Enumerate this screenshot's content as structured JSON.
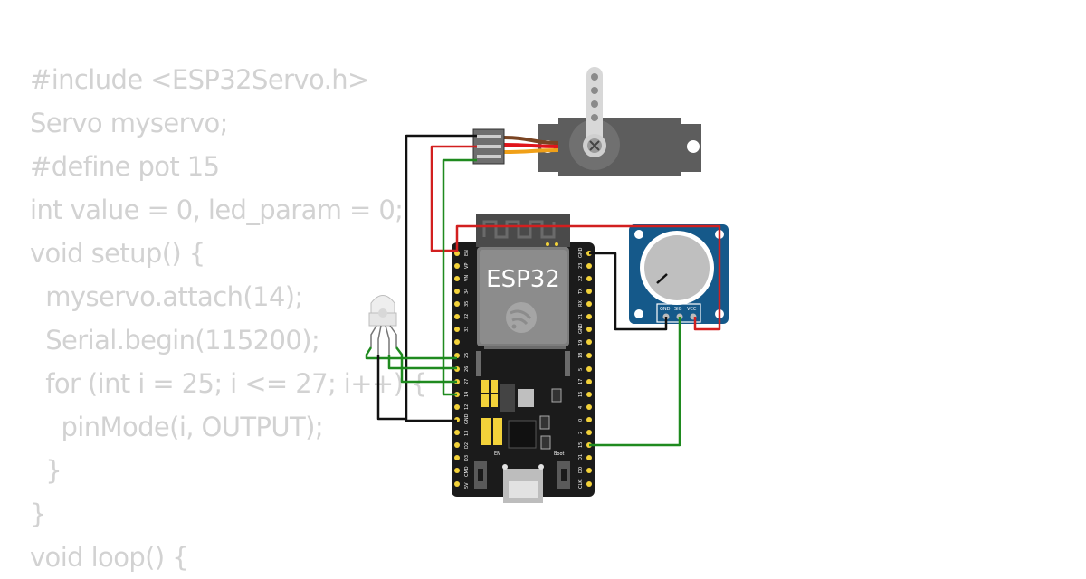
{
  "code_lines": [
    "#include <ESP32Servo.h>",
    "Servo myservo;",
    "#define pot 15",
    "int value = 0, led_param = 0;",
    "void setup() {",
    "  myservo.attach(14);",
    "  Serial.begin(115200);",
    "  for (int i = 25; i <= 27; i++) {",
    "    pinMode(i, OUTPUT);",
    "  }",
    "}",
    "void loop() {"
  ],
  "board": {
    "chip_label": "ESP32",
    "left_pins": [
      "EN",
      "VP",
      "VN",
      "34",
      "35",
      "32",
      "33",
      "25",
      "26",
      "27",
      "14",
      "12",
      "GND",
      "13",
      "D2",
      "D3",
      "CMD",
      "5V"
    ],
    "right_pins": [
      "GND",
      "23",
      "22",
      "TX",
      "RX",
      "21",
      "GND",
      "19",
      "18",
      "5",
      "17",
      "16",
      "4",
      "0",
      "2",
      "15",
      "D1",
      "D0",
      "CLK"
    ],
    "button_left_label": "EN",
    "button_right_label": "Boot"
  },
  "potentiometer": {
    "pin_labels": [
      "GND",
      "SIG",
      "VCC"
    ]
  },
  "colors": {
    "code_text": "#d2d2d2",
    "board": "#1b1b1b",
    "pin": "#f3d23a",
    "wire_black": "#111111",
    "wire_red": "#d21f1f",
    "wire_green": "#1f8a1f",
    "servo_body": "#5d5d5d",
    "pot_board": "#15598a"
  }
}
